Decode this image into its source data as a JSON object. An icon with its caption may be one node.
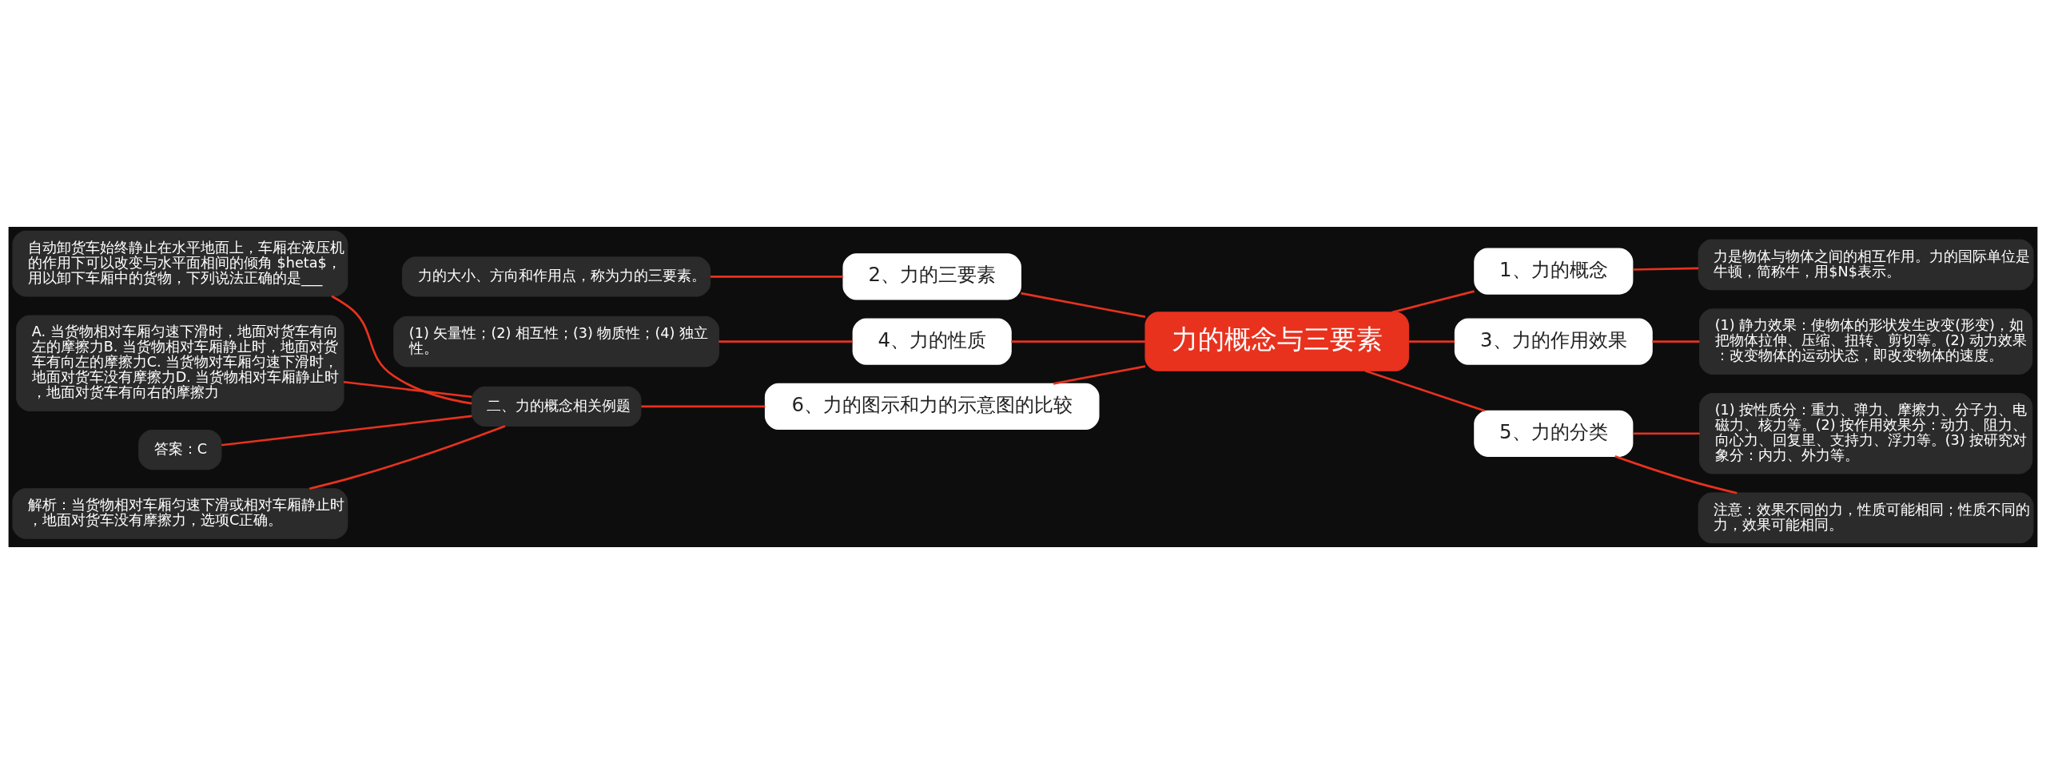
{
  "diagram": {
    "nodes": [
      {
        "text": [
          "力的概念与三要素"
        ]
      },
      {
        "text": [
          "1、力的概念"
        ]
      },
      {
        "text": [
          "力是物体与物体之间的相互作用。力的国际单位是牛顿，简称牛，用$N$表示。"
        ]
      },
      {
        "text": [
          "2、力的三要素"
        ]
      },
      {
        "text": [
          "力的大小、方向和作用点，称为力的三要素。"
        ]
      },
      {
        "text": [
          "3、力的作用效果"
        ]
      },
      {
        "text": [
          "(1) 静力效果：使物体的形状发生改变(形变)，如把物体拉伸、压缩、扭转、剪切等。(2) 动力效果：改变物体的运动状态，即改变物体的速度。"
        ]
      },
      {
        "text": [
          "4、力的性质"
        ]
      },
      {
        "text": [
          "(1) 矢量性；(2) 相互性；(3) 物质性；(4) 独立性。"
        ]
      },
      {
        "text": [
          "5、力的分类"
        ]
      },
      {
        "text": [
          "(1) 按性质分：重力、弹力、摩擦力、分子力、电磁力、核力等。(2) 按作用效果分：动力、阻力、向心力、回复里、支持力、浮力等。(3) 按研究对象分：内力、外力等。"
        ]
      },
      {
        "text": [
          "注意：效果不同的力，性质可能相同；性质不同的力，效果可能相同。"
        ]
      },
      {
        "text": [
          "6、力的图示和力的示意图的比较"
        ]
      },
      {
        "text": [
          "二、力的概念相关例题"
        ]
      },
      {
        "text": [
          "自动卸货车始终静止在水平地面上，车厢在液压机的作用下可以改变与水平面相间的倾角 $heta$，用以卸下车厢中的货物，下列说法正确的是___"
        ]
      },
      {
        "text": [
          "A. 当货物相对车厢匀速下滑时，地面对货车有向左的摩擦力B. 当货物相对车厢静止时，地面对货车有向左的摩擦力C. 当货物对车厢匀速下滑时，地面对货车没有摩擦力D. 当货物相对车厢静止时，地面对货车有向右的摩擦力"
        ]
      },
      {
        "text": [
          "答案：C"
        ]
      },
      {
        "text": [
          "解析：当货物相对车厢匀速下滑或相对车厢静止时，地面对货车没有摩擦力，选项C正确。"
        ]
      }
    ],
    "edges": [
      {
        "from": 0,
        "to": 1,
        "arrow": "none"
      },
      {
        "from": 1,
        "to": 2,
        "arrow": "none"
      },
      {
        "from": 0,
        "to": 3,
        "arrow": "none"
      },
      {
        "from": 3,
        "to": 4,
        "arrow": "none"
      },
      {
        "from": 0,
        "to": 5,
        "arrow": "none"
      },
      {
        "from": 5,
        "to": 6,
        "arrow": "none"
      },
      {
        "from": 0,
        "to": 7,
        "arrow": "none"
      },
      {
        "from": 7,
        "to": 8,
        "arrow": "none"
      },
      {
        "from": 0,
        "to": 9,
        "arrow": "none"
      },
      {
        "from": 9,
        "to": 10,
        "arrow": "none"
      },
      {
        "from": 9,
        "to": 11,
        "arrow": "none"
      },
      {
        "from": 0,
        "to": 12,
        "arrow": "none"
      },
      {
        "from": 12,
        "to": 13,
        "arrow": "none"
      },
      {
        "from": 13,
        "to": 14,
        "arrow": "none"
      },
      {
        "from": 13,
        "to": 15,
        "arrow": "none"
      },
      {
        "from": 13,
        "to": 16,
        "arrow": "none"
      },
      {
        "from": 13,
        "to": 17,
        "arrow": "none"
      }
    ]
  }
}
